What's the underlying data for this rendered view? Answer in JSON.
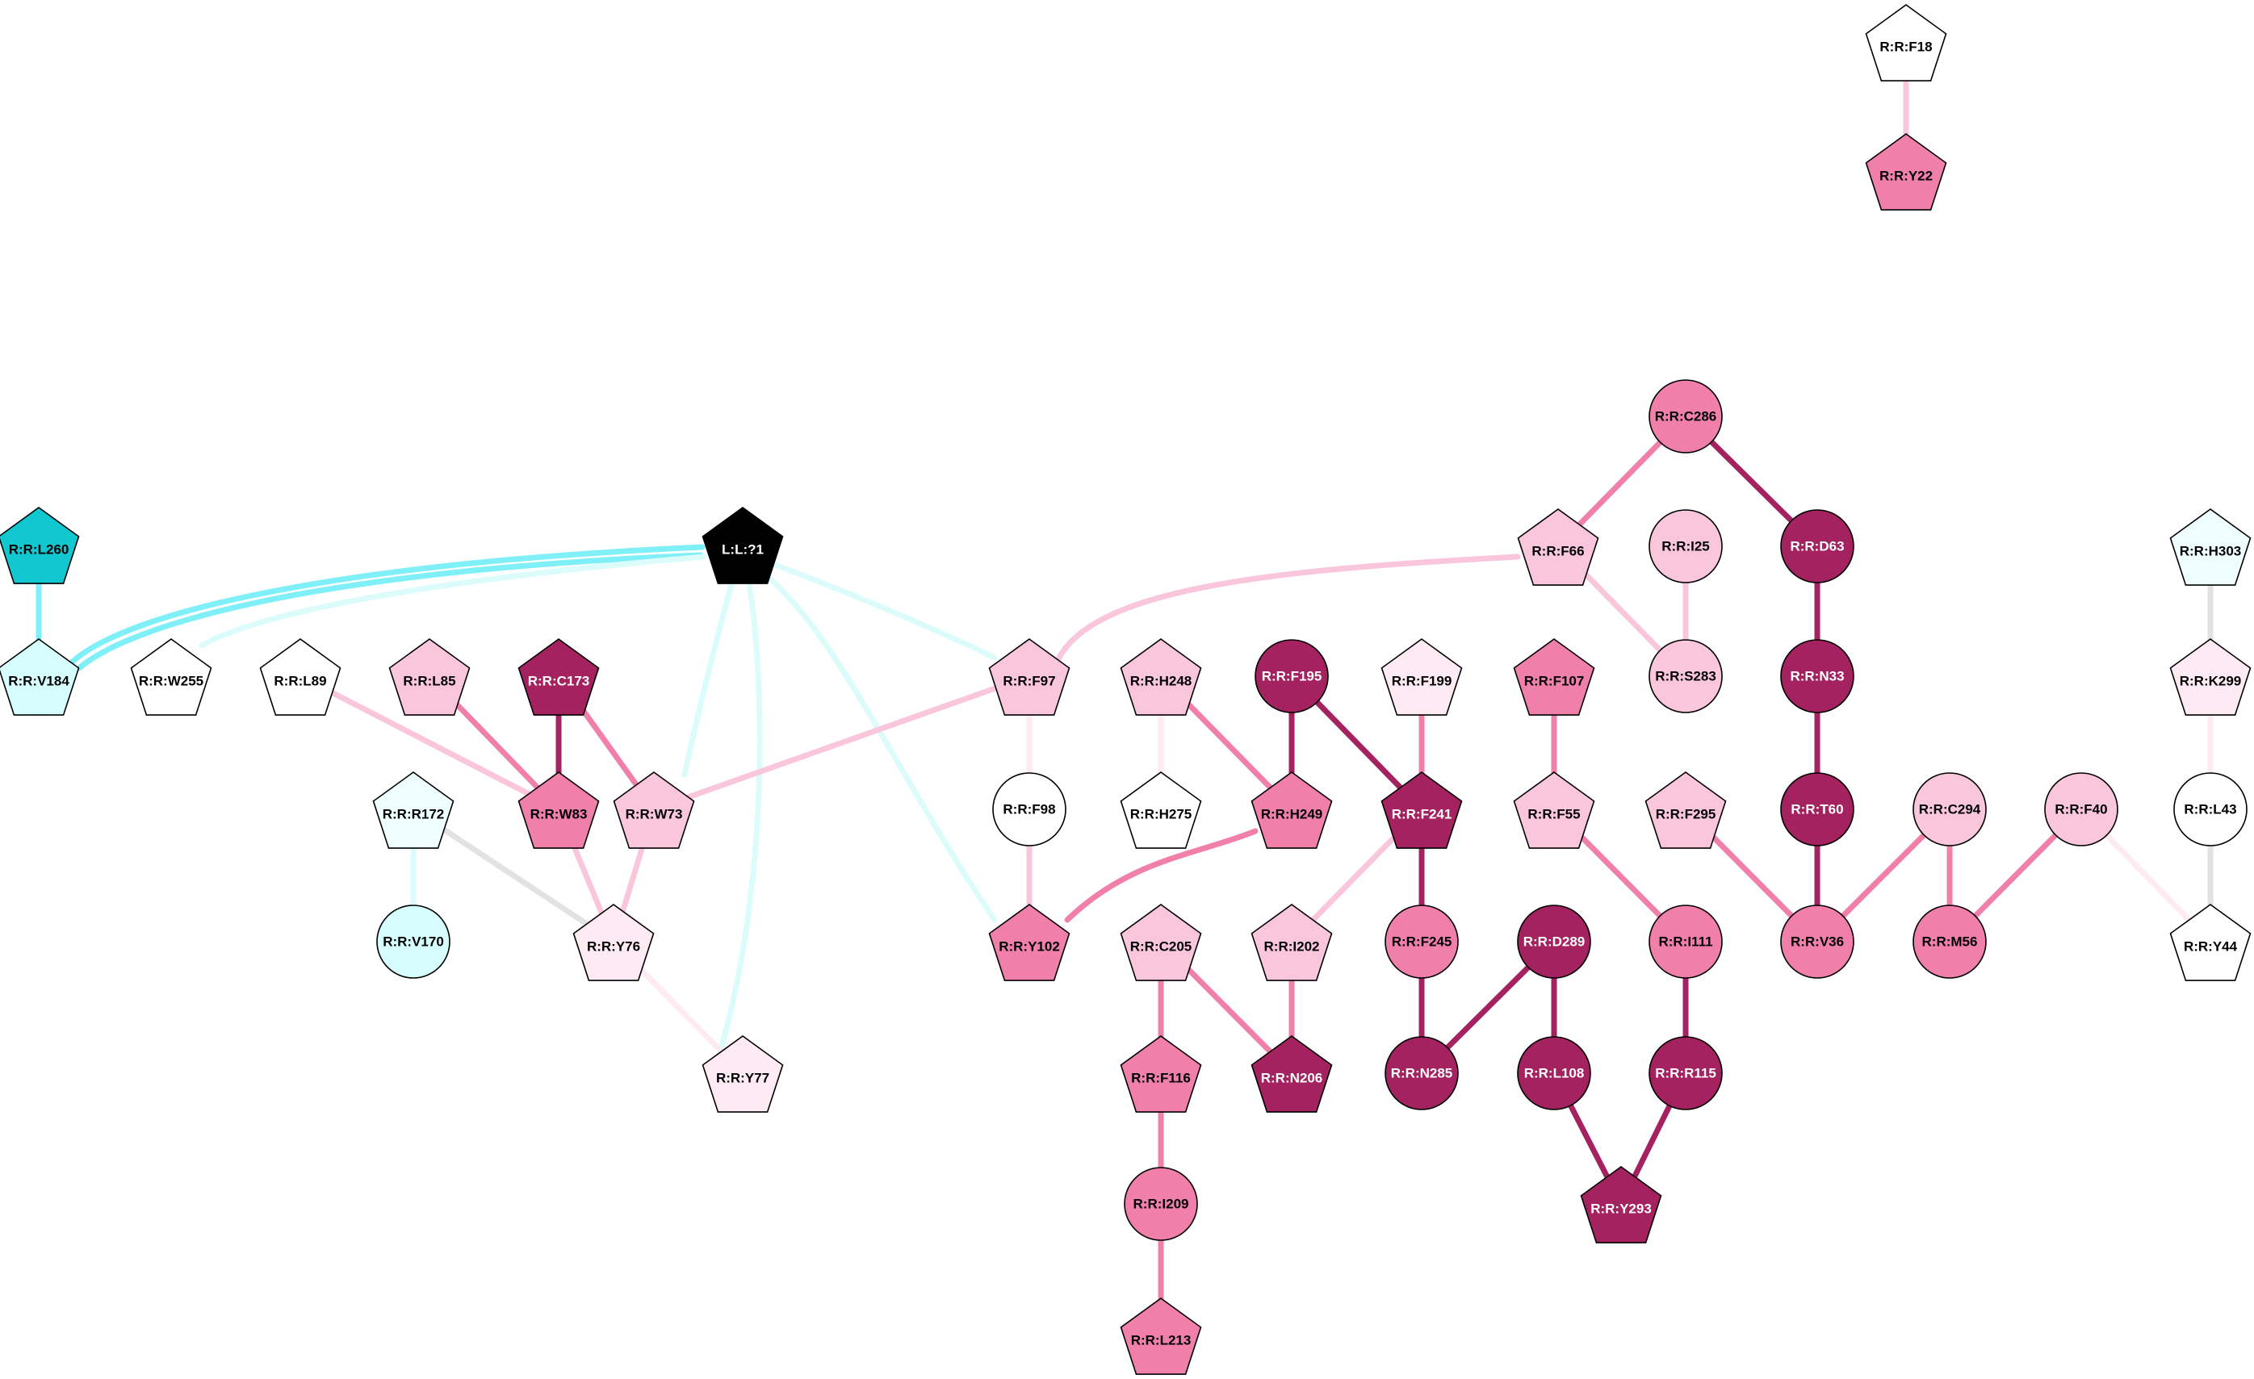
{
  "graph": {
    "colors": {
      "dark": "#a4225f",
      "medium": "#f080aa",
      "light": "#f9c6dc",
      "pale": "#fdeaf2",
      "white": "#ffffff",
      "ligand": "#000000",
      "teal": "#12c8d0",
      "cyan_pale": "#d6fefe",
      "cyan_faint": "#eefefe",
      "edge_cyan": "#7ff0f8",
      "edge_cyan_faint": "#dcfcfc",
      "edge_grey": "#e2e2e2"
    },
    "nodes": [
      {
        "id": "F18",
        "label": "R:R:F18",
        "shape": "pentagon",
        "color": "white"
      },
      {
        "id": "Y22",
        "label": "R:R:Y22",
        "shape": "pentagon",
        "color": "medium"
      },
      {
        "id": "C286",
        "label": "R:R:C286",
        "shape": "circle",
        "color": "medium"
      },
      {
        "id": "L260",
        "label": "R:R:L260",
        "shape": "pentagon",
        "color": "teal"
      },
      {
        "id": "LIG",
        "label": "L:L:?1",
        "shape": "pentagon",
        "color": "ligand"
      },
      {
        "id": "F66",
        "label": "R:R:F66",
        "shape": "pentagon",
        "color": "light"
      },
      {
        "id": "I25",
        "label": "R:R:I25",
        "shape": "circle",
        "color": "light"
      },
      {
        "id": "D63",
        "label": "R:R:D63",
        "shape": "circle",
        "color": "dark"
      },
      {
        "id": "H303",
        "label": "R:R:H303",
        "shape": "pentagon",
        "color": "cyan_faint"
      },
      {
        "id": "V184",
        "label": "R:R:V184",
        "shape": "pentagon",
        "color": "cyan_pale"
      },
      {
        "id": "W255",
        "label": "R:R:W255",
        "shape": "pentagon",
        "color": "white"
      },
      {
        "id": "L89",
        "label": "R:R:L89",
        "shape": "pentagon",
        "color": "white"
      },
      {
        "id": "L85",
        "label": "R:R:L85",
        "shape": "pentagon",
        "color": "light"
      },
      {
        "id": "C173",
        "label": "R:R:C173",
        "shape": "pentagon",
        "color": "dark"
      },
      {
        "id": "F97",
        "label": "R:R:F97",
        "shape": "pentagon",
        "color": "light"
      },
      {
        "id": "H248",
        "label": "R:R:H248",
        "shape": "pentagon",
        "color": "light"
      },
      {
        "id": "F195",
        "label": "R:R:F195",
        "shape": "circle",
        "color": "dark"
      },
      {
        "id": "F199",
        "label": "R:R:F199",
        "shape": "pentagon",
        "color": "pale"
      },
      {
        "id": "F107",
        "label": "R:R:F107",
        "shape": "pentagon",
        "color": "medium"
      },
      {
        "id": "S283",
        "label": "R:R:S283",
        "shape": "circle",
        "color": "light"
      },
      {
        "id": "N33",
        "label": "R:R:N33",
        "shape": "circle",
        "color": "dark"
      },
      {
        "id": "K299",
        "label": "R:R:K299",
        "shape": "pentagon",
        "color": "pale"
      },
      {
        "id": "R172",
        "label": "R:R:R172",
        "shape": "pentagon",
        "color": "cyan_faint"
      },
      {
        "id": "W83",
        "label": "R:R:W83",
        "shape": "pentagon",
        "color": "medium"
      },
      {
        "id": "W73",
        "label": "R:R:W73",
        "shape": "pentagon",
        "color": "light"
      },
      {
        "id": "F98",
        "label": "R:R:F98",
        "shape": "circle",
        "color": "white"
      },
      {
        "id": "H275",
        "label": "R:R:H275",
        "shape": "pentagon",
        "color": "white"
      },
      {
        "id": "H249",
        "label": "R:R:H249",
        "shape": "pentagon",
        "color": "medium"
      },
      {
        "id": "F241",
        "label": "R:R:F241",
        "shape": "pentagon",
        "color": "dark"
      },
      {
        "id": "F55",
        "label": "R:R:F55",
        "shape": "pentagon",
        "color": "light"
      },
      {
        "id": "F295",
        "label": "R:R:F295",
        "shape": "pentagon",
        "color": "light"
      },
      {
        "id": "T60",
        "label": "R:R:T60",
        "shape": "circle",
        "color": "dark"
      },
      {
        "id": "C294",
        "label": "R:R:C294",
        "shape": "circle",
        "color": "light"
      },
      {
        "id": "F40",
        "label": "R:R:F40",
        "shape": "circle",
        "color": "light"
      },
      {
        "id": "L43",
        "label": "R:R:L43",
        "shape": "circle",
        "color": "white"
      },
      {
        "id": "V170",
        "label": "R:R:V170",
        "shape": "circle",
        "color": "cyan_pale"
      },
      {
        "id": "Y76",
        "label": "R:R:Y76",
        "shape": "pentagon",
        "color": "pale"
      },
      {
        "id": "Y102",
        "label": "R:R:Y102",
        "shape": "pentagon",
        "color": "medium"
      },
      {
        "id": "C205",
        "label": "R:R:C205",
        "shape": "pentagon",
        "color": "light"
      },
      {
        "id": "I202",
        "label": "R:R:I202",
        "shape": "pentagon",
        "color": "light"
      },
      {
        "id": "F245",
        "label": "R:R:F245",
        "shape": "circle",
        "color": "medium"
      },
      {
        "id": "D289",
        "label": "R:R:D289",
        "shape": "circle",
        "color": "dark"
      },
      {
        "id": "I111",
        "label": "R:R:I111",
        "shape": "circle",
        "color": "medium"
      },
      {
        "id": "V36",
        "label": "R:R:V36",
        "shape": "circle",
        "color": "medium"
      },
      {
        "id": "M56",
        "label": "R:R:M56",
        "shape": "circle",
        "color": "medium"
      },
      {
        "id": "Y44",
        "label": "R:R:Y44",
        "shape": "pentagon",
        "color": "white"
      },
      {
        "id": "Y77",
        "label": "R:R:Y77",
        "shape": "pentagon",
        "color": "pale"
      },
      {
        "id": "F116",
        "label": "R:R:F116",
        "shape": "pentagon",
        "color": "medium"
      },
      {
        "id": "N206",
        "label": "R:R:N206",
        "shape": "pentagon",
        "color": "dark"
      },
      {
        "id": "N285",
        "label": "R:R:N285",
        "shape": "circle",
        "color": "dark"
      },
      {
        "id": "L108",
        "label": "R:R:L108",
        "shape": "circle",
        "color": "dark"
      },
      {
        "id": "R115",
        "label": "R:R:R115",
        "shape": "circle",
        "color": "dark"
      },
      {
        "id": "Y293",
        "label": "R:R:Y293",
        "shape": "pentagon",
        "color": "dark"
      },
      {
        "id": "I209",
        "label": "R:R:I209",
        "shape": "circle",
        "color": "medium"
      },
      {
        "id": "L213",
        "label": "R:R:L213",
        "shape": "pentagon",
        "color": "medium"
      }
    ],
    "edges": [
      {
        "source": "F18",
        "target": "Y22",
        "color": "light"
      },
      {
        "source": "C286",
        "target": "F66",
        "color": "medium"
      },
      {
        "source": "C286",
        "target": "D63",
        "color": "dark"
      },
      {
        "source": "F66",
        "target": "F97",
        "color": "light"
      },
      {
        "source": "F66",
        "target": "S283",
        "color": "light"
      },
      {
        "source": "I25",
        "target": "S283",
        "color": "light"
      },
      {
        "source": "D63",
        "target": "N33",
        "color": "dark"
      },
      {
        "source": "N33",
        "target": "T60",
        "color": "dark"
      },
      {
        "source": "T60",
        "target": "V36",
        "color": "dark"
      },
      {
        "source": "L260",
        "target": "V184",
        "color": "edge_cyan"
      },
      {
        "source": "LIG",
        "target": "V184",
        "color": "edge_cyan",
        "double": true
      },
      {
        "source": "LIG",
        "target": "W255",
        "color": "edge_cyan_faint"
      },
      {
        "source": "LIG",
        "target": "F97",
        "color": "edge_cyan_faint"
      },
      {
        "source": "LIG",
        "target": "W73",
        "color": "edge_cyan_faint"
      },
      {
        "source": "LIG",
        "target": "Y102",
        "color": "edge_cyan_faint"
      },
      {
        "source": "LIG",
        "target": "Y77",
        "color": "edge_cyan_faint"
      },
      {
        "source": "H303",
        "target": "K299",
        "color": "edge_grey"
      },
      {
        "source": "K299",
        "target": "L43",
        "color": "pale"
      },
      {
        "source": "L43",
        "target": "Y44",
        "color": "edge_grey"
      },
      {
        "source": "F40",
        "target": "M56",
        "color": "medium"
      },
      {
        "source": "F40",
        "target": "Y44",
        "color": "pale"
      },
      {
        "source": "C294",
        "target": "M56",
        "color": "medium"
      },
      {
        "source": "C294",
        "target": "V36",
        "color": "medium"
      },
      {
        "source": "F295",
        "target": "V36",
        "color": "medium"
      },
      {
        "source": "L89",
        "target": "W83",
        "color": "light"
      },
      {
        "source": "L85",
        "target": "W83",
        "color": "medium"
      },
      {
        "source": "C173",
        "target": "W83",
        "color": "dark"
      },
      {
        "source": "C173",
        "target": "W73",
        "color": "medium"
      },
      {
        "source": "F97",
        "target": "W73",
        "color": "light"
      },
      {
        "source": "F97",
        "target": "F98",
        "color": "pale"
      },
      {
        "source": "F98",
        "target": "Y102",
        "color": "light"
      },
      {
        "source": "H248",
        "target": "H275",
        "color": "pale"
      },
      {
        "source": "F195",
        "target": "H249",
        "color": "dark"
      },
      {
        "source": "F195",
        "target": "F241",
        "color": "dark"
      },
      {
        "source": "H248",
        "target": "H249",
        "color": "medium"
      },
      {
        "source": "H249",
        "target": "Y102",
        "color": "medium"
      },
      {
        "source": "F199",
        "target": "F241",
        "color": "medium"
      },
      {
        "source": "F241",
        "target": "I202",
        "color": "light"
      },
      {
        "source": "F241",
        "target": "F245",
        "color": "dark"
      },
      {
        "source": "F107",
        "target": "F55",
        "color": "medium"
      },
      {
        "source": "F55",
        "target": "I111",
        "color": "medium"
      },
      {
        "source": "I111",
        "target": "R115",
        "color": "dark"
      },
      {
        "source": "R115",
        "target": "Y293",
        "color": "dark"
      },
      {
        "source": "L108",
        "target": "Y293",
        "color": "dark"
      },
      {
        "source": "D289",
        "target": "L108",
        "color": "dark"
      },
      {
        "source": "D289",
        "target": "N285",
        "color": "dark"
      },
      {
        "source": "F245",
        "target": "N285",
        "color": "dark"
      },
      {
        "source": "R172",
        "target": "V170",
        "color": "edge_cyan_faint"
      },
      {
        "source": "R172",
        "target": "Y76",
        "color": "edge_grey"
      },
      {
        "source": "W83",
        "target": "Y76",
        "color": "light"
      },
      {
        "source": "W73",
        "target": "Y76",
        "color": "light"
      },
      {
        "source": "Y76",
        "target": "Y77",
        "color": "pale"
      },
      {
        "source": "C205",
        "target": "F116",
        "color": "medium"
      },
      {
        "source": "C205",
        "target": "N206",
        "color": "medium"
      },
      {
        "source": "I202",
        "target": "N206",
        "color": "medium"
      },
      {
        "source": "F116",
        "target": "I209",
        "color": "medium"
      },
      {
        "source": "I209",
        "target": "L213",
        "color": "medium"
      }
    ]
  }
}
